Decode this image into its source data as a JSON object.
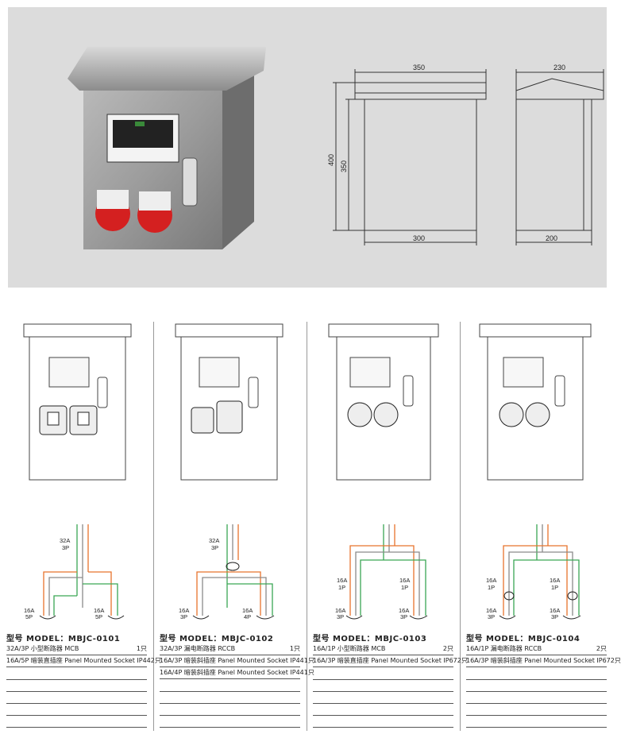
{
  "top": {
    "dims": {
      "width_top": "350",
      "depth_top": "230",
      "height_total": "400",
      "height_body": "350",
      "width_bottom": "300",
      "depth_bottom": "200"
    }
  },
  "models": [
    {
      "model_label": "型号 MODEL：MBJC-0101",
      "specs": [
        {
          "text": "32A/3P 小型断路器 MCB",
          "qty": "1只"
        },
        {
          "text": "16A/5P 暗装直插座 Panel Mounted Socket IP44",
          "qty": "2只"
        }
      ],
      "breaker_label": [
        "32A",
        "3P"
      ],
      "socket_left": [
        "16A",
        "5P"
      ],
      "socket_right": [
        "16A",
        "5P"
      ]
    },
    {
      "model_label": "型号 MODEL：MBJC-0102",
      "specs": [
        {
          "text": "32A/3P 漏电断路器 RCCB",
          "qty": "1只"
        },
        {
          "text": "16A/3P 暗装斜插座 Panel Mounted Socket IP44",
          "qty": "1只"
        },
        {
          "text": "16A/4P 暗装斜插座 Panel Mounted Socket IP44",
          "qty": "1只"
        }
      ],
      "breaker_label": [
        "32A",
        "3P"
      ],
      "socket_left": [
        "16A",
        "3P"
      ],
      "socket_right": [
        "16A",
        "4P"
      ]
    },
    {
      "model_label": "型号 MODEL：MBJC-0103",
      "specs": [
        {
          "text": "16A/1P 小型断路器 MCB",
          "qty": "2只"
        },
        {
          "text": "16A/3P 暗装直插座 Panel Mounted Socket IP67",
          "qty": "2只"
        }
      ],
      "breaker_left": [
        "16A",
        "1P"
      ],
      "breaker_right": [
        "16A",
        "1P"
      ],
      "socket_left": [
        "16A",
        "3P"
      ],
      "socket_right": [
        "16A",
        "3P"
      ]
    },
    {
      "model_label": "型号 MODEL：MBJC-0104",
      "specs": [
        {
          "text": "16A/1P 漏电断路器 RCCB",
          "qty": "2只"
        },
        {
          "text": "16A/3P 暗装斜插座 Panel Mounted Socket IP67",
          "qty": "2只"
        }
      ],
      "breaker_left": [
        "16A",
        "1P"
      ],
      "breaker_right": [
        "16A",
        "1P"
      ],
      "socket_left": [
        "16A",
        "3P"
      ],
      "socket_right": [
        "16A",
        "3P"
      ]
    }
  ],
  "colors": {
    "panel_bg": "#dcdcdc",
    "wire_orange": "#e8742c",
    "wire_green": "#3aa655",
    "wire_gray": "#8a8a8a",
    "socket_red": "#d42020"
  }
}
